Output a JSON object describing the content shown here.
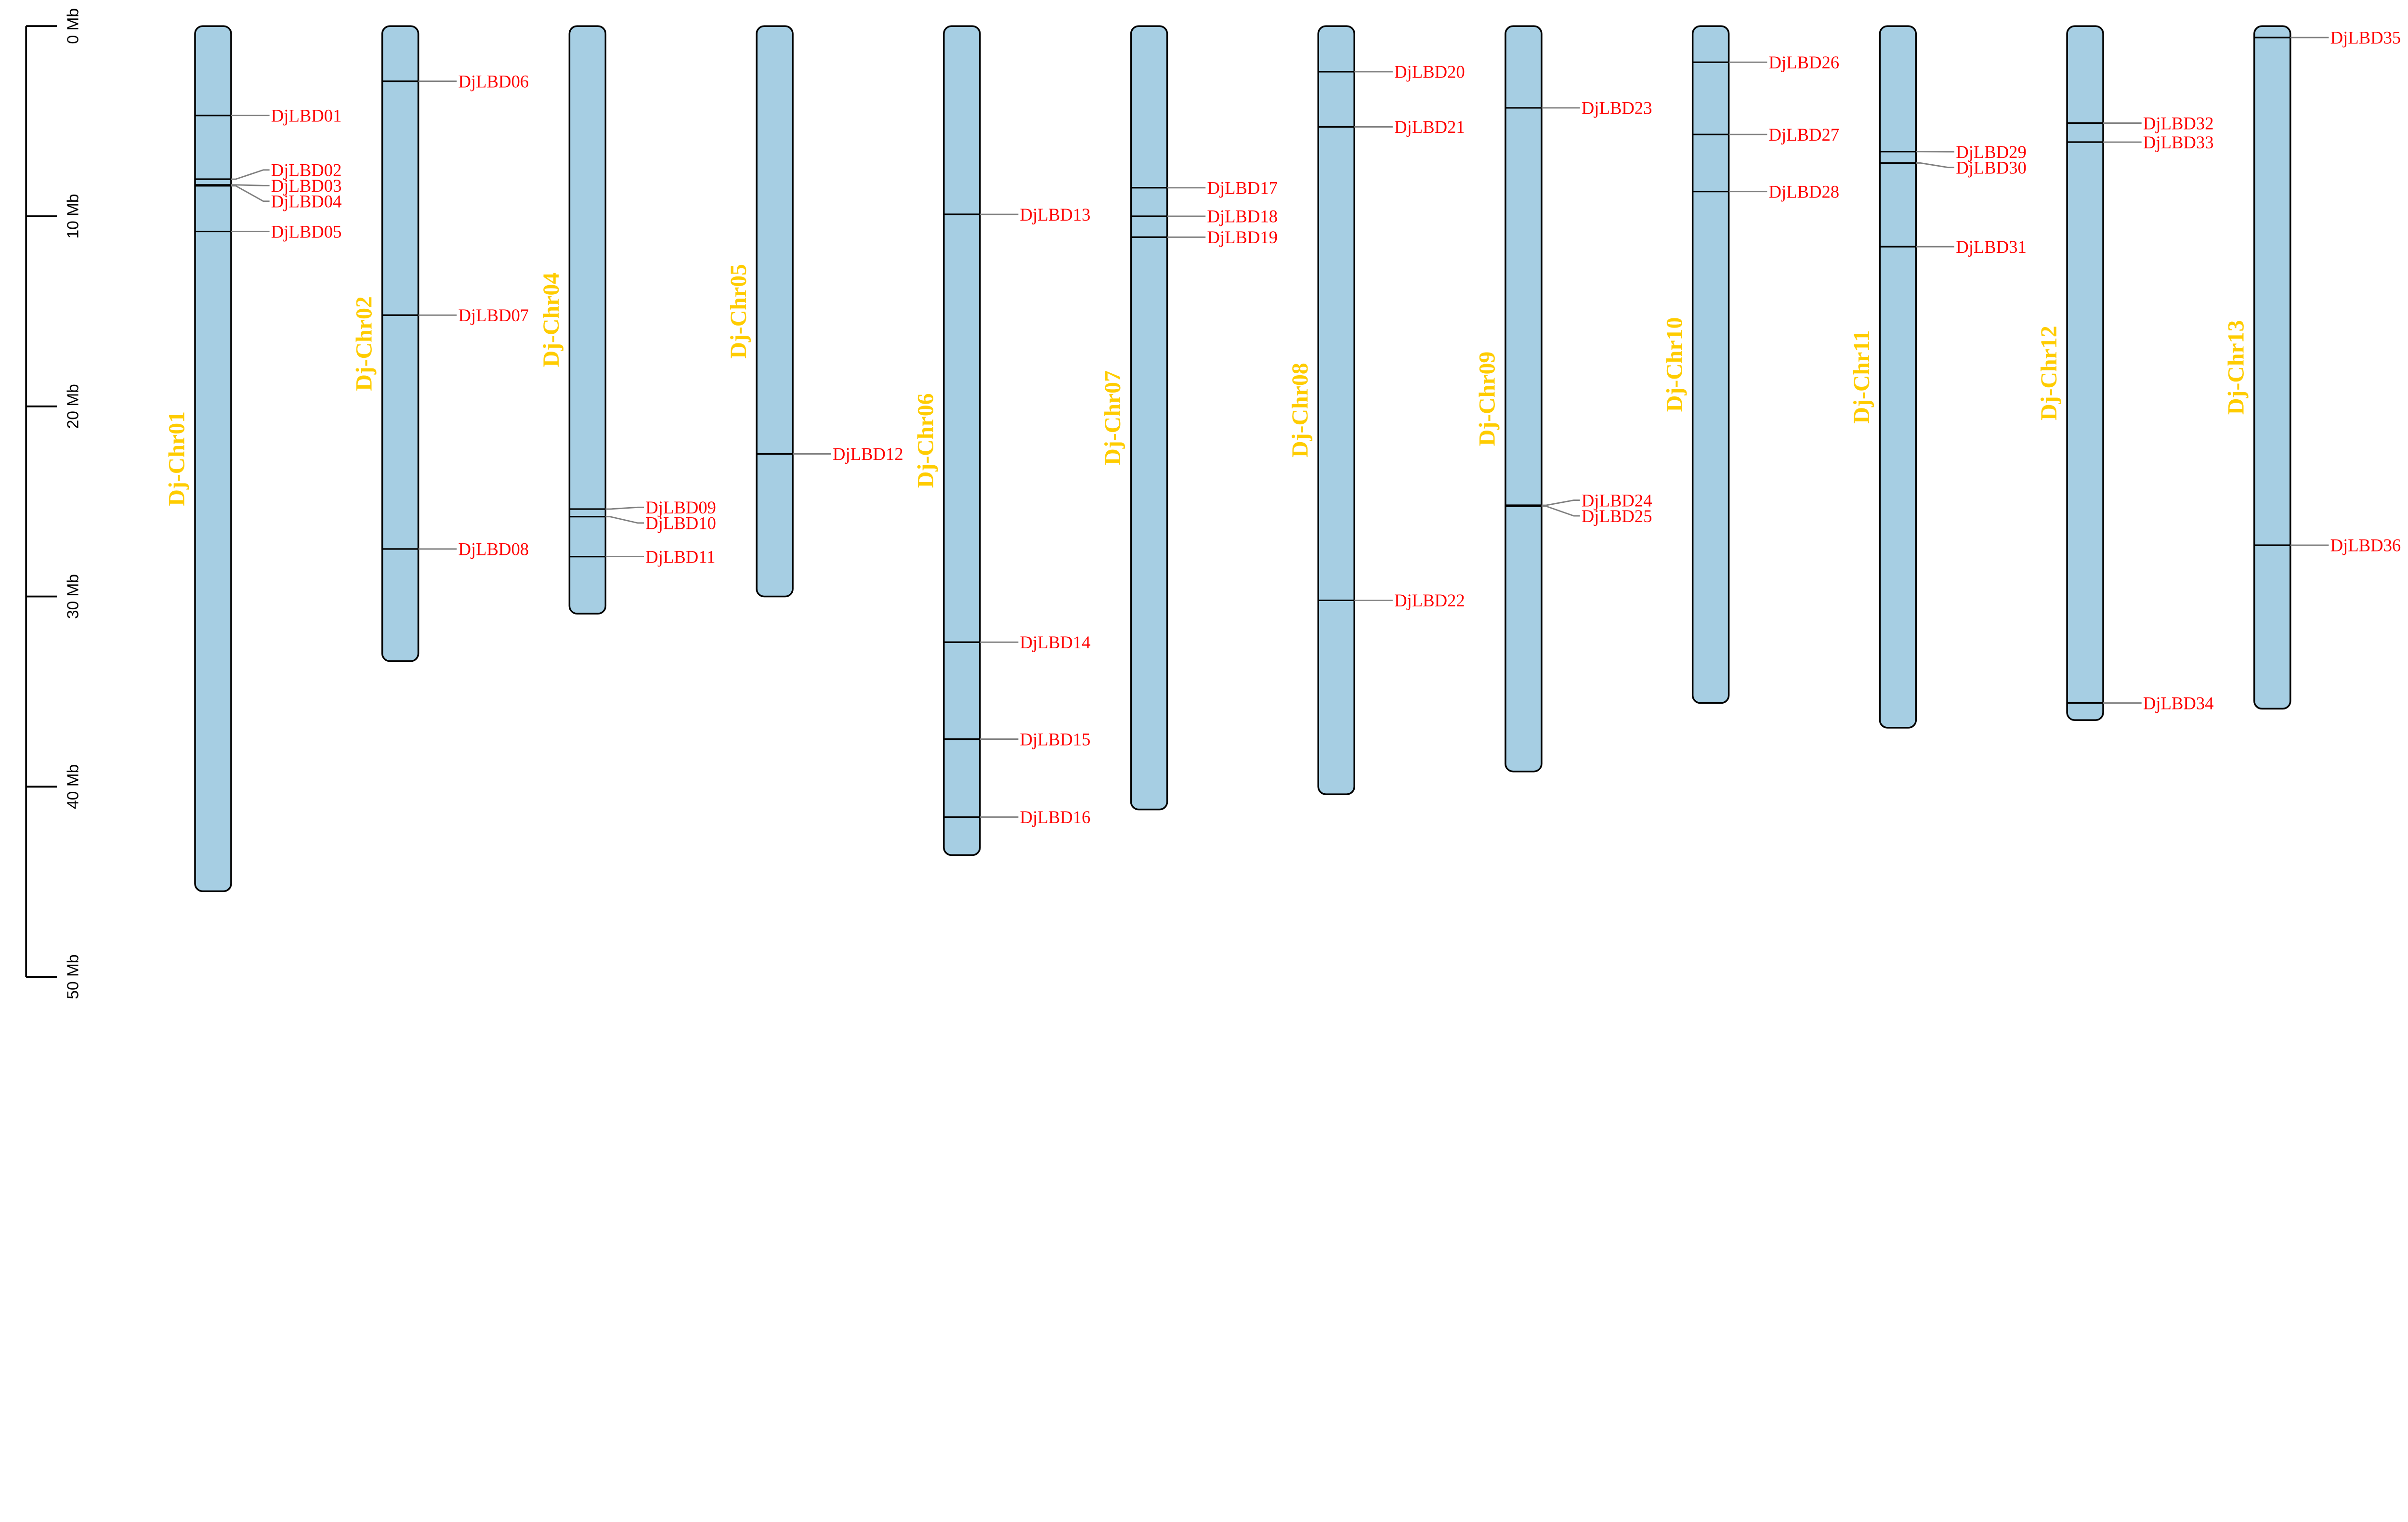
{
  "chart_data": {
    "type": "chromosome-map",
    "axis": {
      "unit": "Mb",
      "ticks": [
        0,
        10,
        20,
        30,
        40,
        50
      ],
      "tick_labels": [
        "0 Mb",
        "10 Mb",
        "20 Mb",
        "30 Mb",
        "40 Mb",
        "50 Mb"
      ],
      "range": [
        0,
        50
      ]
    },
    "colors": {
      "chromosome_fill": "#a6cee3",
      "gene_label": "#ff0000",
      "chromosome_label": "#ffcc00",
      "connector": "#808080"
    },
    "chromosomes": [
      {
        "name": "Dj-Chr01",
        "length": 45.5,
        "genes": [
          {
            "name": "DjLBD01",
            "pos": 4.7
          },
          {
            "name": "DjLBD02",
            "pos": 8.05
          },
          {
            "name": "DjLBD03",
            "pos": 8.35
          },
          {
            "name": "DjLBD04",
            "pos": 8.4
          },
          {
            "name": "DjLBD05",
            "pos": 10.8
          }
        ]
      },
      {
        "name": "Dj-Chr02",
        "length": 33.4,
        "genes": [
          {
            "name": "DjLBD06",
            "pos": 2.9
          },
          {
            "name": "DjLBD07",
            "pos": 15.2
          },
          {
            "name": "DjLBD08",
            "pos": 27.5
          }
        ]
      },
      {
        "name": "Dj-Chr04",
        "length": 30.9,
        "genes": [
          {
            "name": "DjLBD09",
            "pos": 25.4
          },
          {
            "name": "DjLBD10",
            "pos": 25.8
          },
          {
            "name": "DjLBD11",
            "pos": 27.9
          }
        ]
      },
      {
        "name": "Dj-Chr05",
        "length": 30.0,
        "genes": [
          {
            "name": "DjLBD12",
            "pos": 22.5
          }
        ]
      },
      {
        "name": "Dj-Chr06",
        "length": 43.6,
        "genes": [
          {
            "name": "DjLBD13",
            "pos": 9.9
          },
          {
            "name": "DjLBD14",
            "pos": 32.4
          },
          {
            "name": "DjLBD15",
            "pos": 37.5
          },
          {
            "name": "DjLBD16",
            "pos": 41.6
          }
        ]
      },
      {
        "name": "Dj-Chr07",
        "length": 41.2,
        "genes": [
          {
            "name": "DjLBD17",
            "pos": 8.5
          },
          {
            "name": "DjLBD18",
            "pos": 10.0
          },
          {
            "name": "DjLBD19",
            "pos": 11.1
          }
        ]
      },
      {
        "name": "Dj-Chr08",
        "length": 40.4,
        "genes": [
          {
            "name": "DjLBD20",
            "pos": 2.4
          },
          {
            "name": "DjLBD21",
            "pos": 5.3
          },
          {
            "name": "DjLBD22",
            "pos": 30.2
          }
        ]
      },
      {
        "name": "Dj-Chr09",
        "length": 39.2,
        "genes": [
          {
            "name": "DjLBD23",
            "pos": 4.3
          },
          {
            "name": "DjLBD24",
            "pos": 25.2
          },
          {
            "name": "DjLBD25",
            "pos": 25.25
          }
        ]
      },
      {
        "name": "Dj-Chr10",
        "length": 35.6,
        "genes": [
          {
            "name": "DjLBD26",
            "pos": 1.9
          },
          {
            "name": "DjLBD27",
            "pos": 5.7
          },
          {
            "name": "DjLBD28",
            "pos": 8.7
          }
        ]
      },
      {
        "name": "Dj-Chr11",
        "length": 36.9,
        "genes": [
          {
            "name": "DjLBD29",
            "pos": 6.6
          },
          {
            "name": "DjLBD30",
            "pos": 7.2
          },
          {
            "name": "DjLBD31",
            "pos": 11.6
          }
        ]
      },
      {
        "name": "Dj-Chr12",
        "length": 36.5,
        "genes": [
          {
            "name": "DjLBD32",
            "pos": 5.1
          },
          {
            "name": "DjLBD33",
            "pos": 6.1
          },
          {
            "name": "DjLBD34",
            "pos": 35.6
          }
        ]
      },
      {
        "name": "Dj-Chr13",
        "length": 35.9,
        "genes": [
          {
            "name": "DjLBD35",
            "pos": 0.6
          },
          {
            "name": "DjLBD36",
            "pos": 27.3
          }
        ]
      }
    ]
  }
}
